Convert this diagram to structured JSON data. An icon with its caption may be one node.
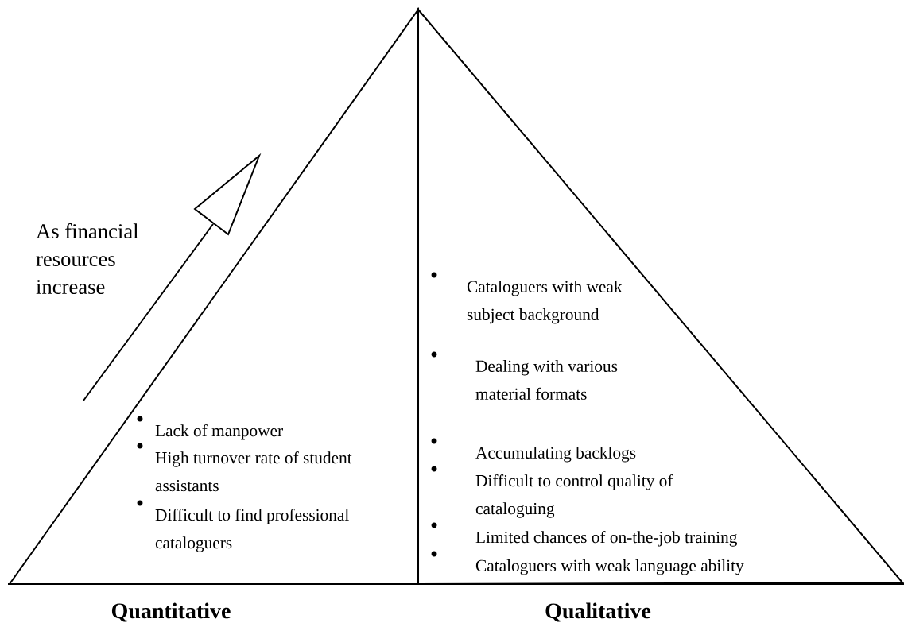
{
  "diagram": {
    "nodes": [
      {
        "text": [
          "Lack of manpower",
          "High turnover rate of student assistants",
          "Difficult to find professional cataloguers",
          "Quantitative"
        ]
      },
      {
        "text": [
          "Cataloguers with weak subject background",
          "Dealing with various material formats",
          "Accumulating backlogs",
          "Difficult to control quality of cataloguing",
          "Limited chances of on-the-job training",
          "Cataloguers with weak language ability",
          "Qualitative"
        ]
      }
    ],
    "labels": [
      "As financial resources increase"
    ]
  }
}
